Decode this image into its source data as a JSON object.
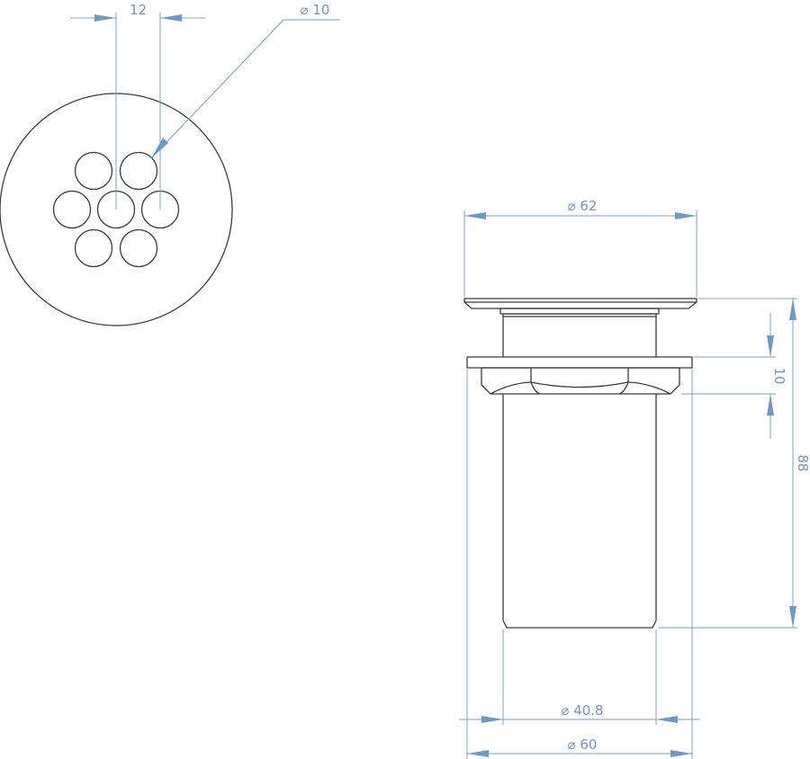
{
  "drawing": {
    "top_view": {
      "dim_hole_pitch": "12",
      "dim_hole_diameter": "⌀ 10"
    },
    "side_view": {
      "dim_flange_diameter": "⌀ 62",
      "dim_nut_height": "10",
      "dim_total_height": "88",
      "dim_body_diameter": "⌀ 40.8",
      "dim_nut_diameter": "⌀ 60"
    },
    "colors": {
      "part_line": "#3a3a3a",
      "dimension_line": "#7aa0c8",
      "dimension_text": "#7394bd"
    }
  }
}
